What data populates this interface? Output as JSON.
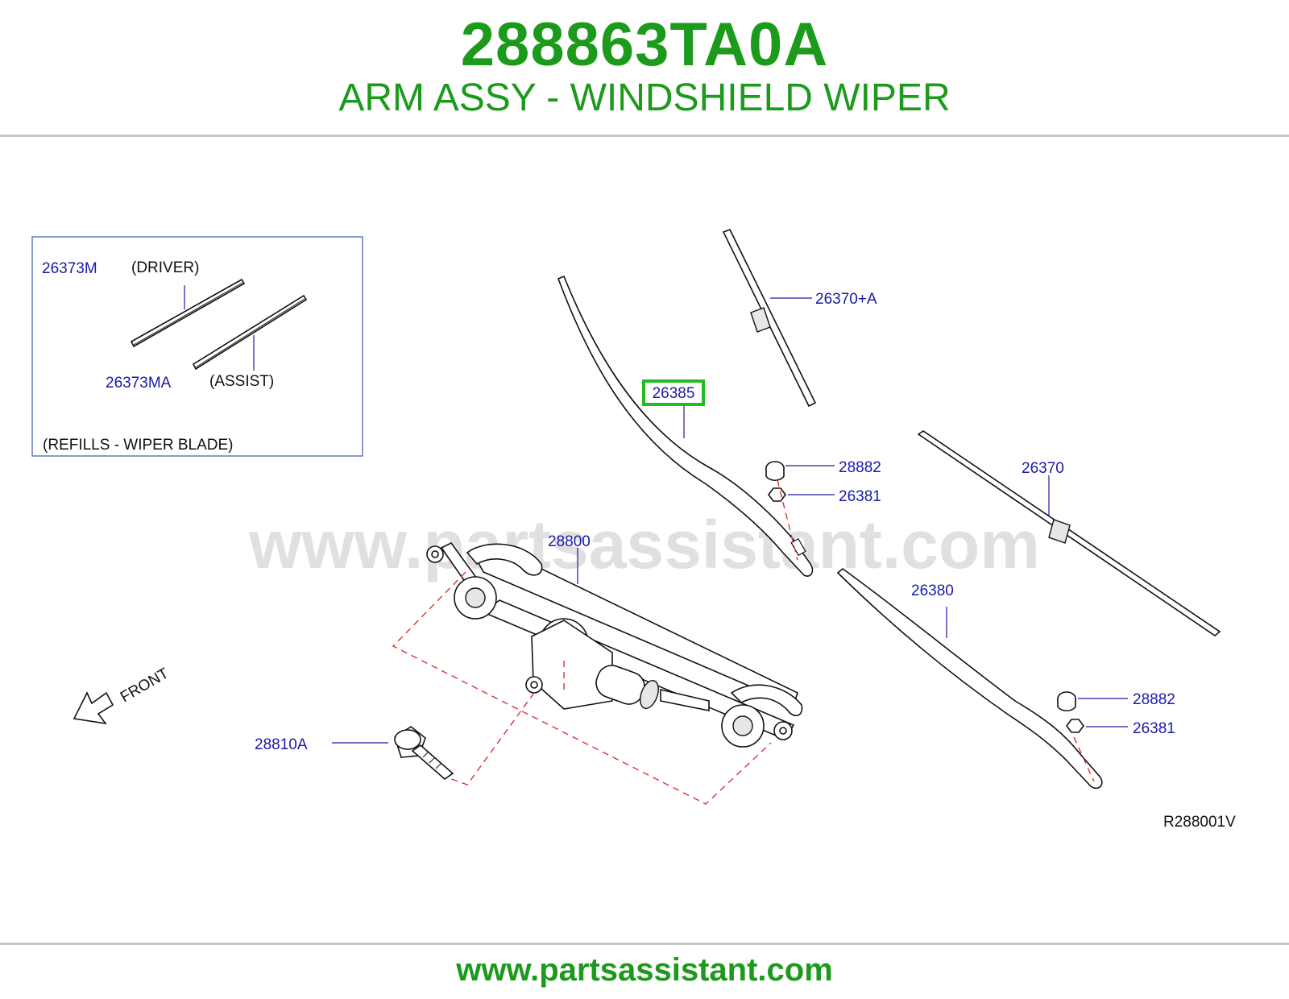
{
  "header": {
    "part_number": "288863TA0A",
    "part_description": "ARM ASSY - WINDSHIELD WIPER"
  },
  "diagram": {
    "refills_box": {
      "caption": "(REFILLS - WIPER BLADE)",
      "items": [
        {
          "part": "26373M",
          "note": "(DRIVER)"
        },
        {
          "part": "26373MA",
          "note": "(ASSIST)"
        }
      ]
    },
    "callouts": {
      "blade_driver": "26370+A",
      "arm_driver": "26385",
      "cap_driver": "28882",
      "nut_driver": "26381",
      "blade_assist": "26370",
      "linkage": "28800",
      "arm_assist": "26380",
      "cap_assist": "28882",
      "nut_assist": "26381",
      "bolt": "28810A"
    },
    "highlighted_part": "26385",
    "front_indicator": "FRONT",
    "reference_code": "R288001V",
    "watermark": "www.partsassistant.com"
  },
  "footer": {
    "url": "www.partsassistant.com"
  },
  "colors": {
    "brand_green": "#1c9a1c",
    "callout_blue": "#1a1aa8",
    "highlight_green": "#22bb22",
    "leader_red": "#e03030"
  }
}
